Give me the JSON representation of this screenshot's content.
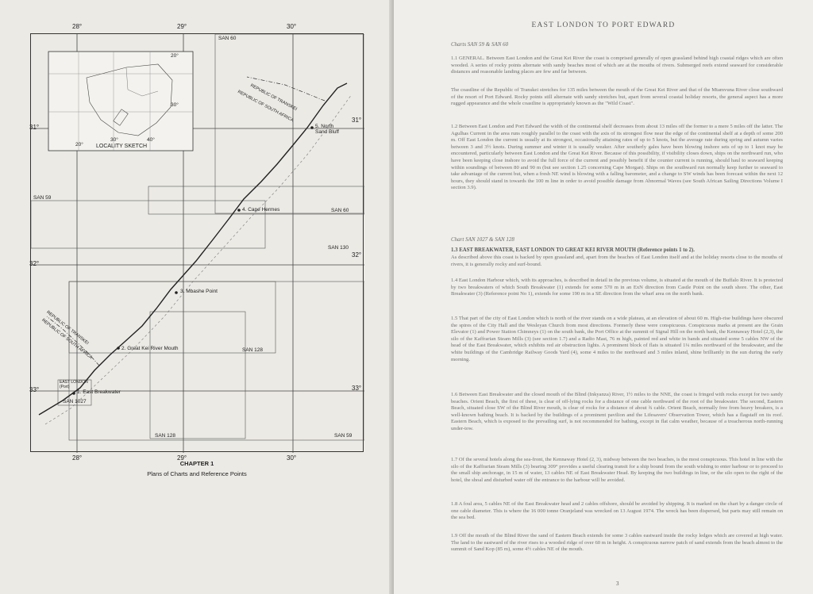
{
  "left_page": {
    "map": {
      "degrees": {
        "top": [
          "28°",
          "29°",
          "30°"
        ],
        "bottom": [
          "28°",
          "29°",
          "30°"
        ],
        "left": [
          "31°",
          "32°",
          "33°"
        ],
        "right": [
          "31°",
          "32°",
          "33°"
        ]
      },
      "chart_labels": [
        "SAN 60",
        "SAN 59",
        "SAN 60",
        "SAN 130",
        "SAN 128",
        "SAN 128",
        "SAN 59",
        "SAN 1027"
      ],
      "reference_points": [
        "5. North Sand Bluff",
        "4. Cape Hermes",
        "3. Mbashe Point",
        "2. Great Kei River Mouth",
        "1. East Breakwater"
      ],
      "east_london_label": "EAST LONDON (Port)",
      "border_labels": [
        "REPUBLIC OF SOUTH AFRICA",
        "REPUBLIC OF TRANSKEI",
        "REPUBLIC OF TRANSKEI",
        "REPUBLIC OF SOUTH AFRICA"
      ],
      "inset": {
        "title": "LOCALITY SKETCH",
        "degrees": [
          "20°",
          "30°",
          "20°",
          "30°",
          "40°"
        ]
      }
    },
    "caption_title": "CHAPTER 1",
    "caption_subtitle": "Plans of Charts and Reference Points"
  },
  "right_page": {
    "running_head": "EAST LONDON TO PORT EDWARD",
    "charts_line_1": "Charts SAN 59 & SAN 60",
    "para_1_1": "1.1  GENERAL. Between East London and the Great Kei River the coast is comprised generally of open grassland behind high coastal ridges which are often wooded. A series of rocky points alternate with sandy beaches most of which are at the mouths of rivers. Submerged reefs extend seaward for considerable distances and reasonable landing places are few and far between.",
    "para_1_1b": "The coastline of the Republic of Transkei stretches for 135 miles between the mouth of the Great Kei River and that of the Mtamvuna River close southward of the resort of Port Edward. Rocky points still alternate with sandy stretches but, apart from several coastal holiday resorts, the general aspect has a more rugged appearance and the whole coastline is appropriately known as the \"Wild Coast\".",
    "para_1_2": "1.2  Between East London and Port Edward the width of the continental shelf decreases from about 13 miles off the former to a mere 5 miles off the latter. The Agulhas Current in the area runs roughly parallel to the coast with the axis of its strongest flow near the edge of the continental shelf at a depth of some 200 m. Off East London the current is usually at its strongest, occasionally attaining rates of up to 5 knots, but the average rate during spring and autumn varies between 3 and 3½ knots. During summer and winter it is usually weaker. After southerly gales have been blowing inshore sets of up to 1 knot may be encountered, particularly between East London and the Great Kei River. Because of this possibility, if visibility closes down, ships on the northward run, who have been keeping close inshore to avoid the full force of the current and possibly benefit if the counter current is running, should haul to seaward keeping within soundings of between 80 and 90 m (but see section 1.25 concerning Cape Morgan). Ships on the southward run normally keep further to seaward to take advantage of the current but, when a fresh NE wind is blowing with a falling barometer, and a change to SW winds has been forecast within the next 12 hours, they should stand in towards the 100 m line in order to avoid possible damage from Abnormal Waves (see South African Sailing Directions Volume I section 3.9).",
    "charts_line_2": "Chart SAN 1027 & SAN 128",
    "heading_1_3": "1.3  EAST BREAKWATER, EAST LONDON TO GREAT KEI RIVER MOUTH (Reference points 1 to 2).",
    "para_1_3": "As described above this coast is backed by open grassland and, apart from the beaches of East London itself and at the holiday resorts close to the mouths of rivers, it is generally rocky and surf-bound.",
    "para_1_4": "1.4  East London Harbour which, with its approaches, is described in detail in the previous volume, is situated at the mouth of the Buffalo River. It is protected by two breakwaters of which South Breakwater (1) extends for some 570 m in an ExN direction from Castle Point on the south shore. The other, East Breakwater (3) (Reference point No 1), extends for some 190 m in a SE direction from the wharf area on the north bank.",
    "para_1_5": "1.5  That part of the city of East London which is north of the river stands on a wide plateau, at an elevation of about 60 m. High-rise buildings have obscured the spires of the City Hall and the Wesleyan Church from most directions. Formerly these were conspicuous. Conspicuous marks at present are the Grain Elevator (1) and Power Station Chimneys (1) on the south bank, the Port Office at the summit of Signal Hill on the north bank, the Kennaway Hotel (2,3), the silo of the Kaffrarian Steam Mills (3) (see section 1.7) and a Radio Mast, 76 m high, painted red and white in bands and situated some 5 cables NW of the head of the East Breakwater, which exhibits red air obstruction lights. A prominent block of flats is situated 1¼ miles northward of the breakwater, and the white buildings of the Cambridge Railway Goods Yard (4), some 4 miles to the northward and 3 miles inland, shine brilliantly in the sun during the early morning.",
    "para_1_6": "1.6  Between East Breakwater and the closed mouth of the Blind (Inkyanza) River, 1½ miles to the NNE, the coast is fringed with rocks except for two sandy beaches. Orient Beach, the first of these, is clear of off-lying rocks for a distance of one cable northward of the root of the breakwater. The second, Eastern Beach, situated close SW of the Blind River mouth, is clear of rocks for a distance of about ¾ cable. Orient Beach, normally free from heavy breakers, is a well-known bathing beach. It is backed by the buildings of a prominent pavilion and the Lifesavers' Observation Tower, which has a flagstaff on its roof. Eastern Beach, which is exposed to the prevailing surf, is not recommended for bathing, except in flat calm weather, because of a treacherous north-running under-tow.",
    "para_1_7": "1.7  Of the several hotels along the sea-front, the Kennaway Hotel (2, 3), midway between the two beaches, is the most conspicuous. This hotel in line with the silo of the Kaffrarian Steam Mills (3) bearing 309° provides a useful clearing transit for a ship bound from the south wishing to enter harbour or to proceed to the small ship anchorage, in 15 m of water, 13 cables NE of East Breakwater Head. By keeping the two buildings in line, or the silo open to the right of the hotel, the shoal and disturbed water off the entrance to the harbour will be avoided.",
    "para_1_8": "1.8  A foul area, 5 cables NE of the East Breakwater head and 2 cables offshore, should be avoided by shipping. It is marked on the chart by a danger circle of one cable diameter. This is where the 16 000 tonne Oranjeland was wrecked on 13 August 1974. The wreck has been dispersed, but parts may still remain on the sea bed.",
    "para_1_9": "1.9  Off the mouth of the Blind River the sand of Eastern Beach extends for some 3 cables eastward inside the rocky ledges which are covered at high water. The land to the eastward of the river rises to a wooded ridge of over 60 m in height. A conspicuous narrow patch of sand extends from the beach almost to the summit of Sand Kop (85 m), some 4½ cables NE of the mouth.",
    "page_number": "3"
  }
}
